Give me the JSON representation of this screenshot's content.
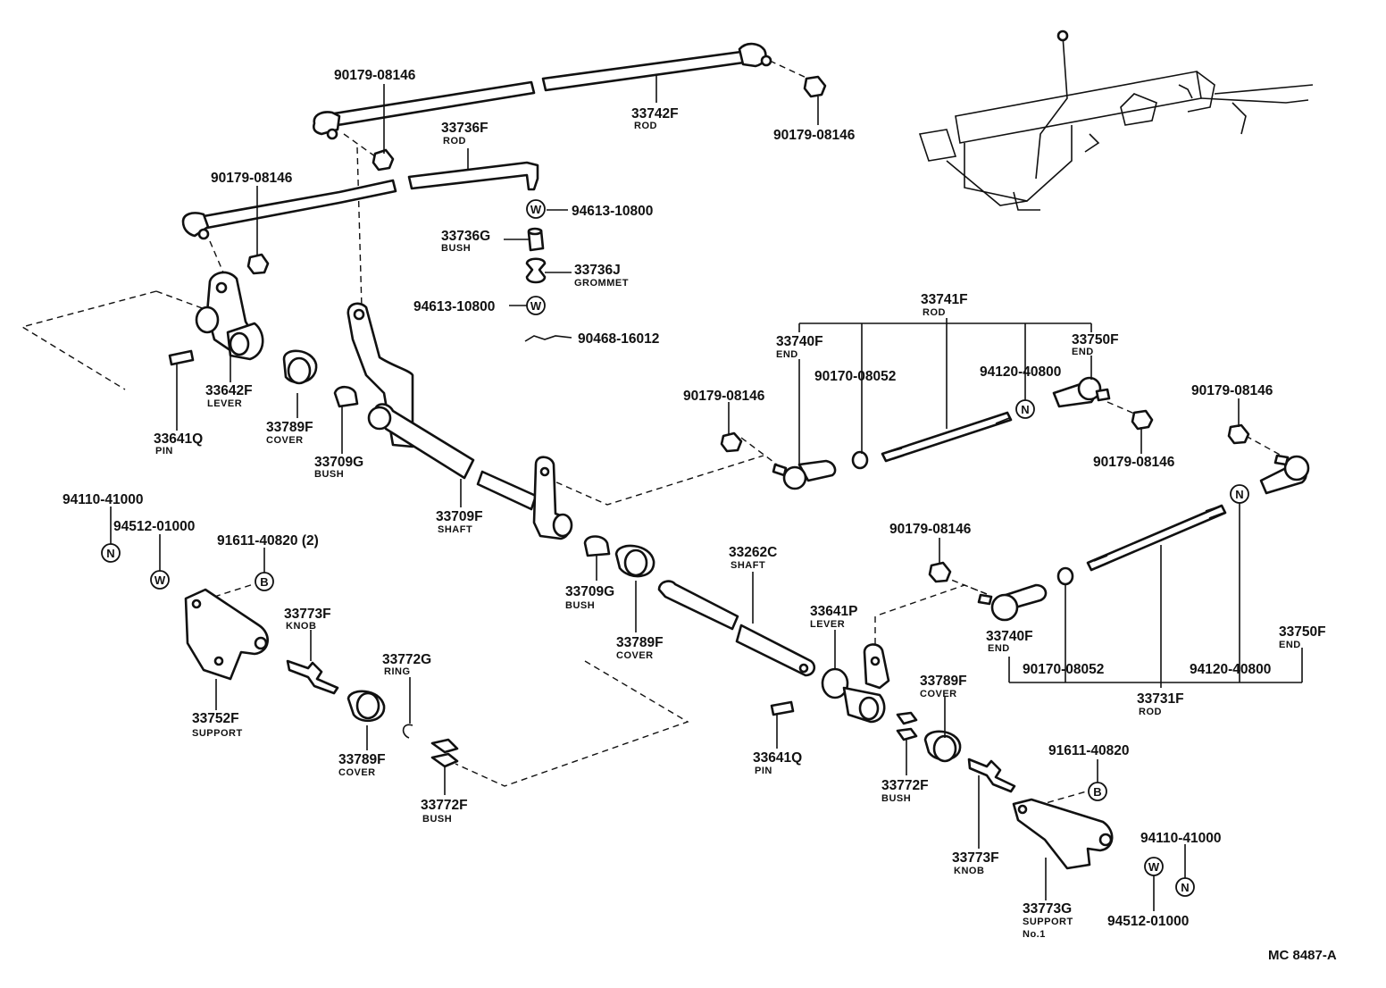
{
  "diagram_ref": "MC 8487-A",
  "symbols": {
    "nut": "N",
    "washer": "W",
    "bolt": "B"
  },
  "labels": {
    "p90179_a": "90179-08146",
    "p33742F": "33742F",
    "rod_a": "ROD",
    "p90179_b": "90179-08146",
    "p33736F": "33736F",
    "rod_b": "ROD",
    "p90179_c": "90179-08146",
    "p94613_a": "94613-10800",
    "p33736G": "33736G",
    "bush_a": "BUSH",
    "p33736J": "33736J",
    "grommet": "GROMMET",
    "p94613_b": "94613-10800",
    "p90468": "90468-16012",
    "p33642F": "33642F",
    "lever_a": "LEVER",
    "p33789F_a": "33789F",
    "cover_a": "COVER",
    "p33641Q_a": "33641Q",
    "pin_a": "PIN",
    "p33709G_a": "33709G",
    "bush_b": "BUSH",
    "p33709F": "33709F",
    "shaft_a": "SHAFT",
    "p94110_a": "94110-41000",
    "p94512_a": "94512-01000",
    "p91611_a": "91611-40820 (2)",
    "p33773F_a": "33773F",
    "knob_a": "KNOB",
    "p33752F": "33752F",
    "support_a": "SUPPORT",
    "p33772G": "33772G",
    "ring": "RING",
    "p33789F_b": "33789F",
    "cover_b": "COVER",
    "p33772F_a": "33772F",
    "bush_c": "BUSH",
    "p33709G_b": "33709G",
    "bush_d": "BUSH",
    "p33789F_c": "33789F",
    "cover_c": "COVER",
    "p33262C": "33262C",
    "shaft_b": "SHAFT",
    "p33641Q_b": "33641Q",
    "pin_b": "PIN",
    "p33641P": "33641P",
    "lever_b": "LEVER",
    "p33741F": "33741F",
    "rod_c": "ROD",
    "p33740F_a": "33740F",
    "end_a": "END",
    "p90170_a": "90170-08052",
    "p94120_a": "94120-40800",
    "p33750F_a": "33750F",
    "end_b": "END",
    "p90179_d": "90179-08146",
    "p90179_e": "90179-08146",
    "p90179_f": "90179-08146",
    "p90179_g": "90179-08146",
    "p33740F_b": "33740F",
    "end_c": "END",
    "p90170_b": "90170-08052",
    "p33731F": "33731F",
    "rod_d": "ROD",
    "p94120_b": "94120-40800",
    "p33750F_b": "33750F",
    "end_d": "END",
    "p33789F_d": "33789F",
    "cover_d": "COVER",
    "p33772F_b": "33772F",
    "bush_e": "BUSH",
    "p33773F_b": "33773F",
    "knob_b": "KNOB",
    "p91611_b": "91611-40820",
    "p94110_b": "94110-41000",
    "p33773G": "33773G",
    "support_b": "SUPPORT",
    "no1": "No.1",
    "p94512_b": "94512-01000"
  }
}
